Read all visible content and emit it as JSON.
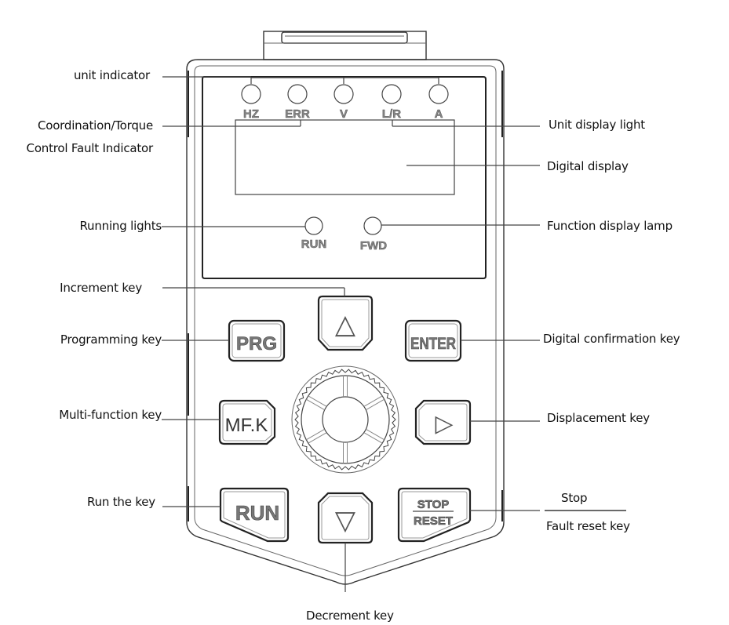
{
  "diagram": {
    "subject": "Inverter keypad operation panel",
    "indicator_leds": [
      "HZ",
      "ERR",
      "V",
      "L/R",
      "A"
    ],
    "status_leds": [
      "RUN",
      "FWD"
    ],
    "keys": {
      "prg": "PRG",
      "up": "△",
      "enter": "ENTER",
      "mfk": "MF.K",
      "right": "▷",
      "run": "RUN",
      "down": "▽",
      "stop": "STOP",
      "reset": "RESET"
    },
    "callouts": {
      "unit_indicator": "unit indicator",
      "coordination_1": "Coordination/Torque",
      "coordination_2": "Control Fault Indicator",
      "unit_display_light": "Unit display light",
      "digital_display": "Digital display",
      "running_lights": "Running lights",
      "function_display_lamp": "Function display lamp",
      "increment_key": "Increment key",
      "programming_key": "Programming key",
      "digital_confirmation_key": "Digital confirmation key",
      "multi_function_key": "Multi-function key",
      "displacement_key": "Displacement key",
      "run_the_key": "Run the key",
      "stop": "Stop",
      "fault_reset_key": "Fault reset key",
      "decrement_key": "Decrement key"
    }
  }
}
